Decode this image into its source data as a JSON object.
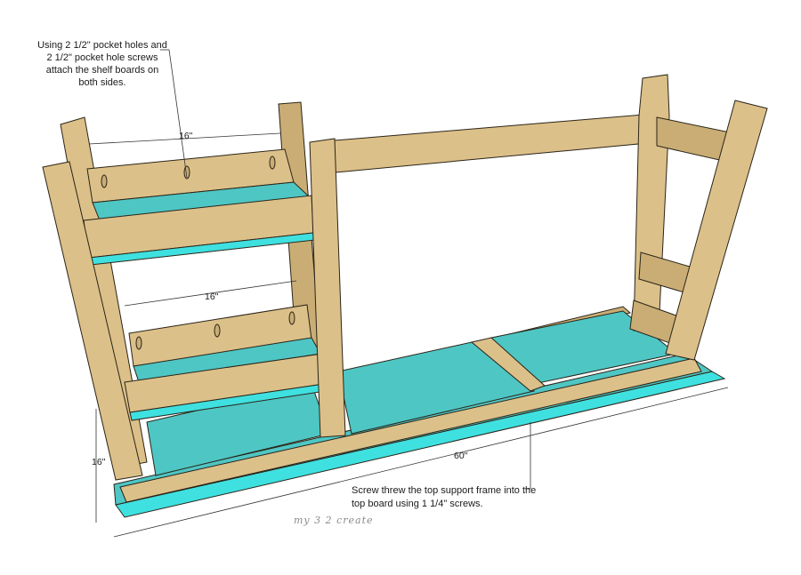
{
  "notes": {
    "pocket_holes": "Using 2 1/2\" pocket holes and 2 1/2\" pocket hole screws attach the shelf boards on both sides.",
    "top_frame": "Screw threw the top support frame into the top board using 1 1/4\" screws."
  },
  "dimensions": {
    "shelf_width_top": "16\"",
    "shelf_width_mid": "16\"",
    "height": "16\"",
    "length": "60\""
  },
  "watermark": "my 3 2 create",
  "colors": {
    "wood": "#dcc089",
    "wood_shadow": "#b89a5f",
    "panel": "#4ec6c4",
    "panel_edge": "#3fe0e0",
    "outline": "#2a2418"
  }
}
